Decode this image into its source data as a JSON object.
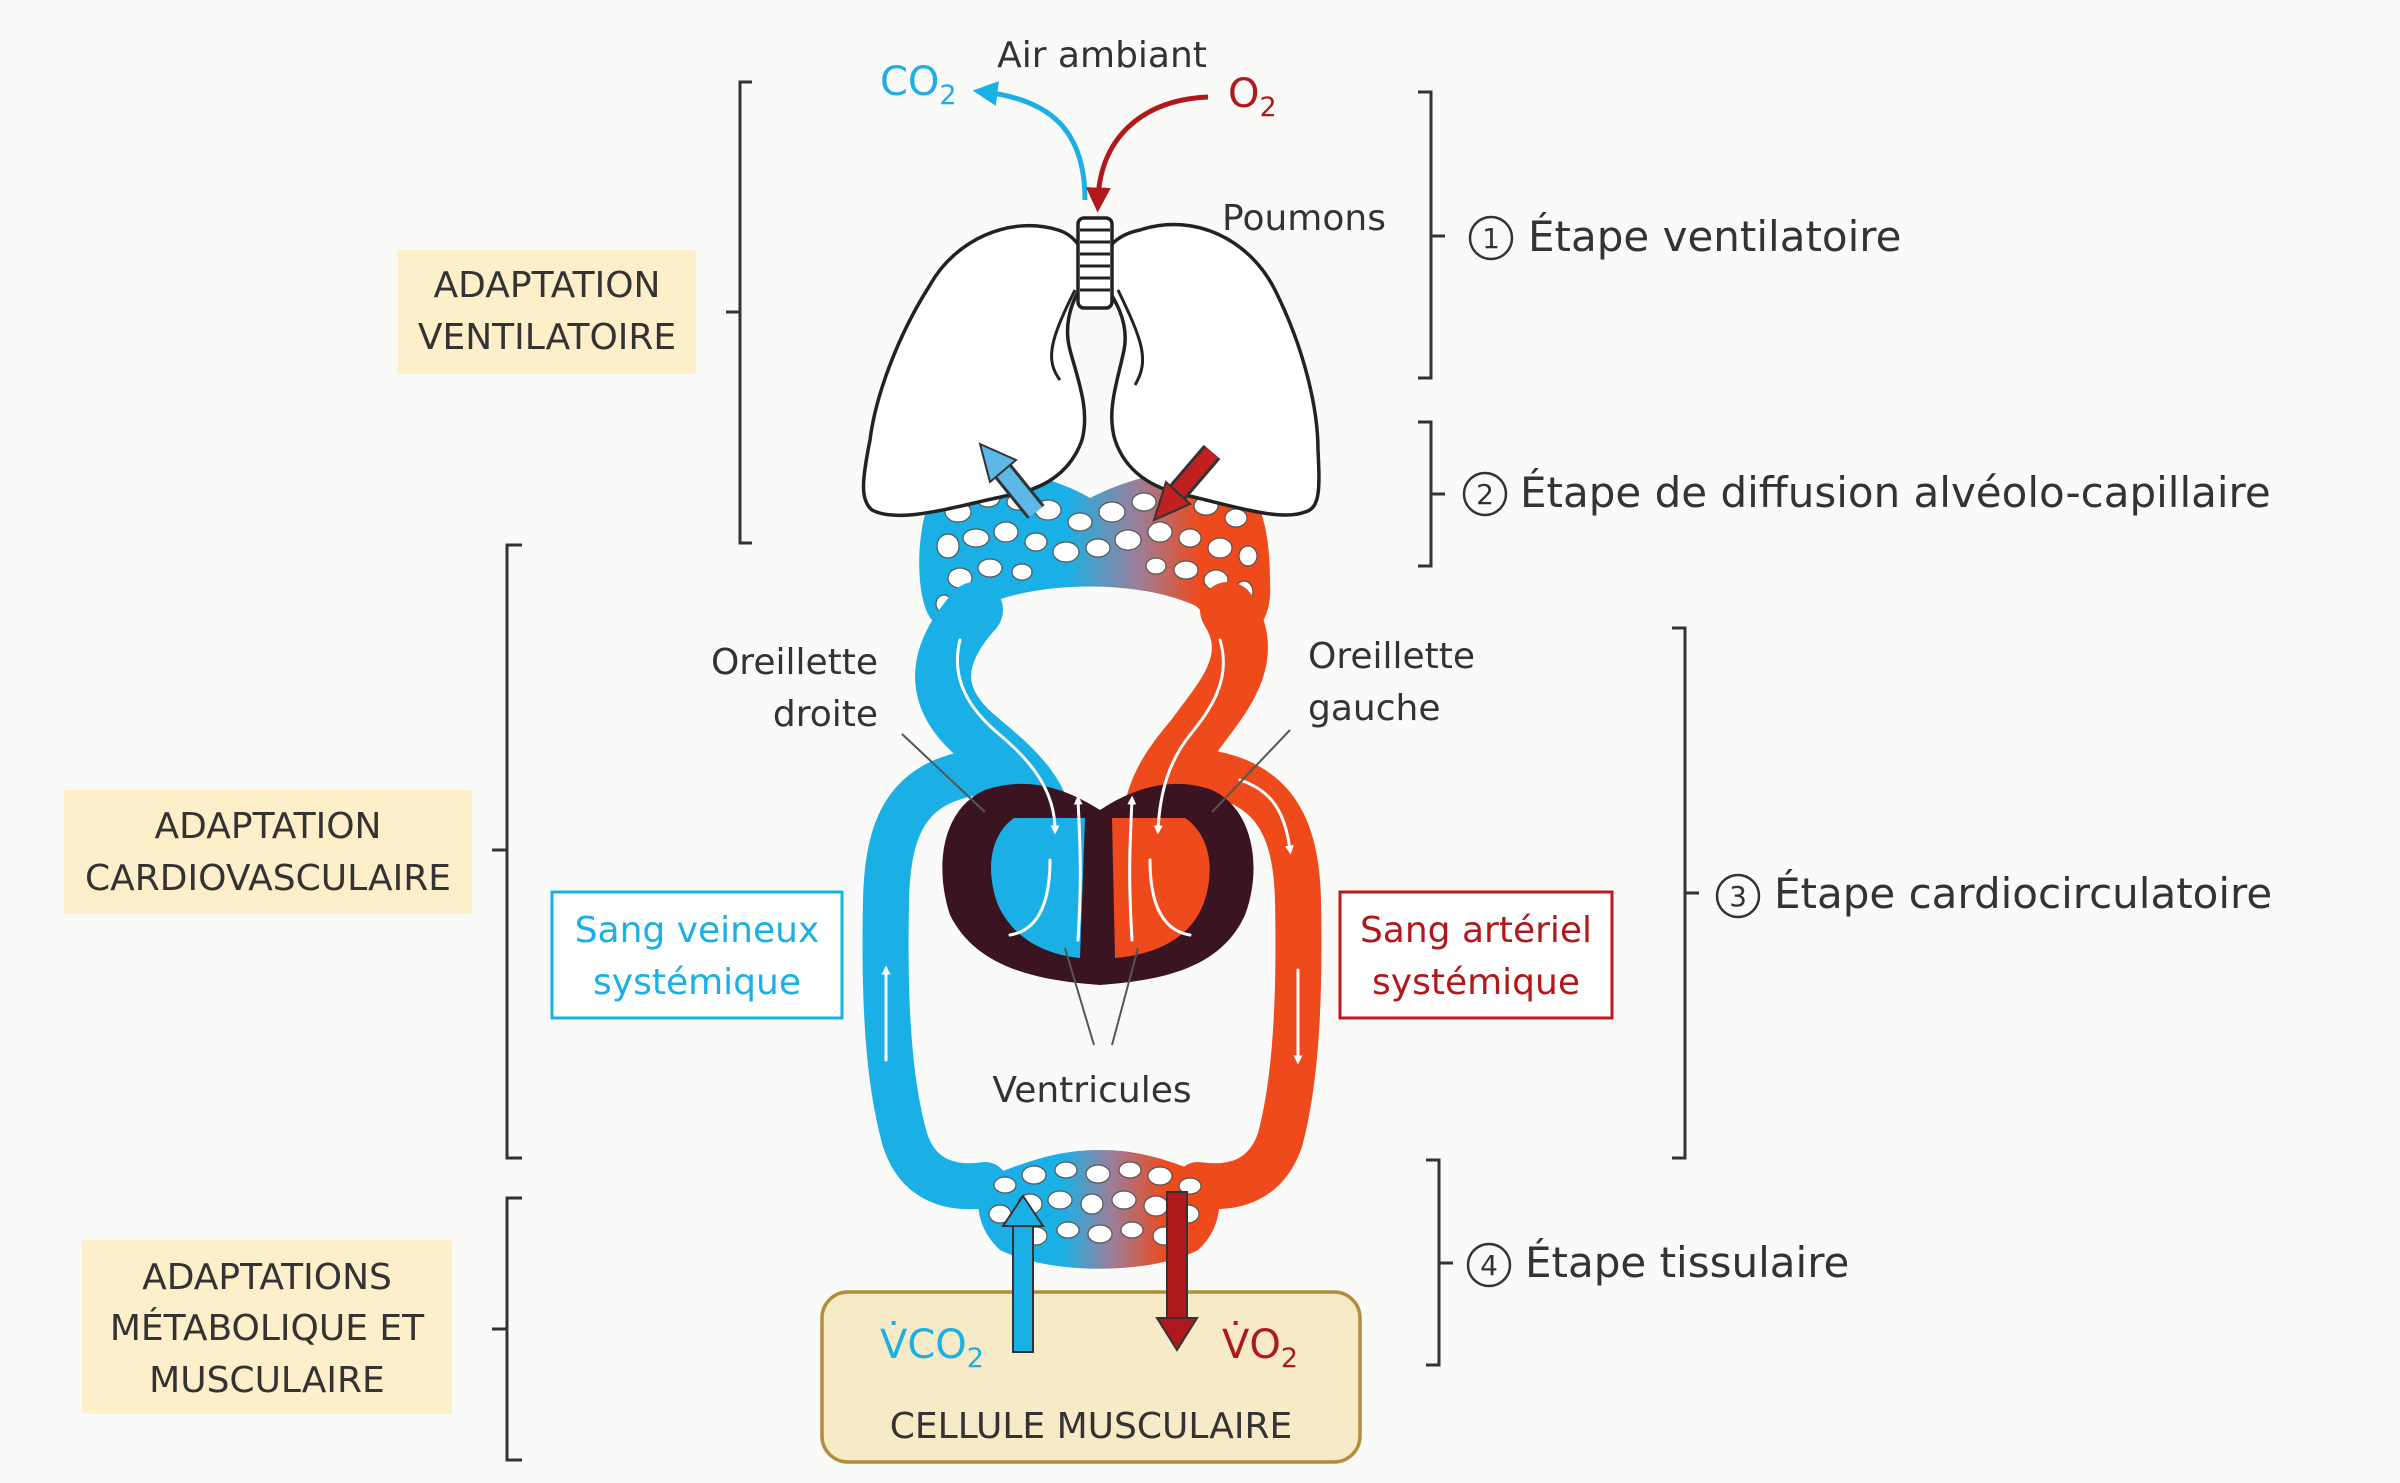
{
  "colors": {
    "venous": "#1ab0e6",
    "arterial": "#ee4a1c",
    "dark_red": "#b0191b",
    "heart_dark": "#3a1420",
    "label_bg": "#fdefc9",
    "cell_bg": "#f6ebc6",
    "cell_border": "#b38d3b"
  },
  "top": {
    "air": "Air ambiant",
    "co2_main": "CO",
    "co2_sub": "2",
    "o2_main": "O",
    "o2_sub": "2"
  },
  "organs": {
    "lungs": "Poumons",
    "right_atrium_l1": "Oreillette",
    "right_atrium_l2": "droite",
    "left_atrium_l1": "Oreillette",
    "left_atrium_l2": "gauche",
    "ventricles": "Ventricules"
  },
  "boxes": {
    "venous_l1": "Sang veineux",
    "venous_l2": "systémique",
    "arterial_l1": "Sang artériel",
    "arterial_l2": "systémique"
  },
  "adaptations": {
    "ventilatory_l1": "ADAPTATION",
    "ventilatory_l2": "VENTILATOIRE",
    "cardio_l1": "ADAPTATION",
    "cardio_l2": "CARDIOVASCULAIRE",
    "metabolic_l1": "ADAPTATIONS",
    "metabolic_l2": "MÉTABOLIQUE ET",
    "metabolic_l3": "MUSCULAIRE"
  },
  "steps": {
    "s1_num": "1",
    "s1": "Étape ventilatoire",
    "s2_num": "2",
    "s2": "Étape de diffusion alvéolo-capillaire",
    "s3_num": "3",
    "s3": "Étape cardiocirculatoire",
    "s4_num": "4",
    "s4": "Étape tissulaire"
  },
  "cell": {
    "label": "CELLULE MUSCULAIRE",
    "vco2_main": "V̇CO",
    "vco2_sub": "2",
    "vo2_main": "V̇O",
    "vo2_sub": "2"
  }
}
